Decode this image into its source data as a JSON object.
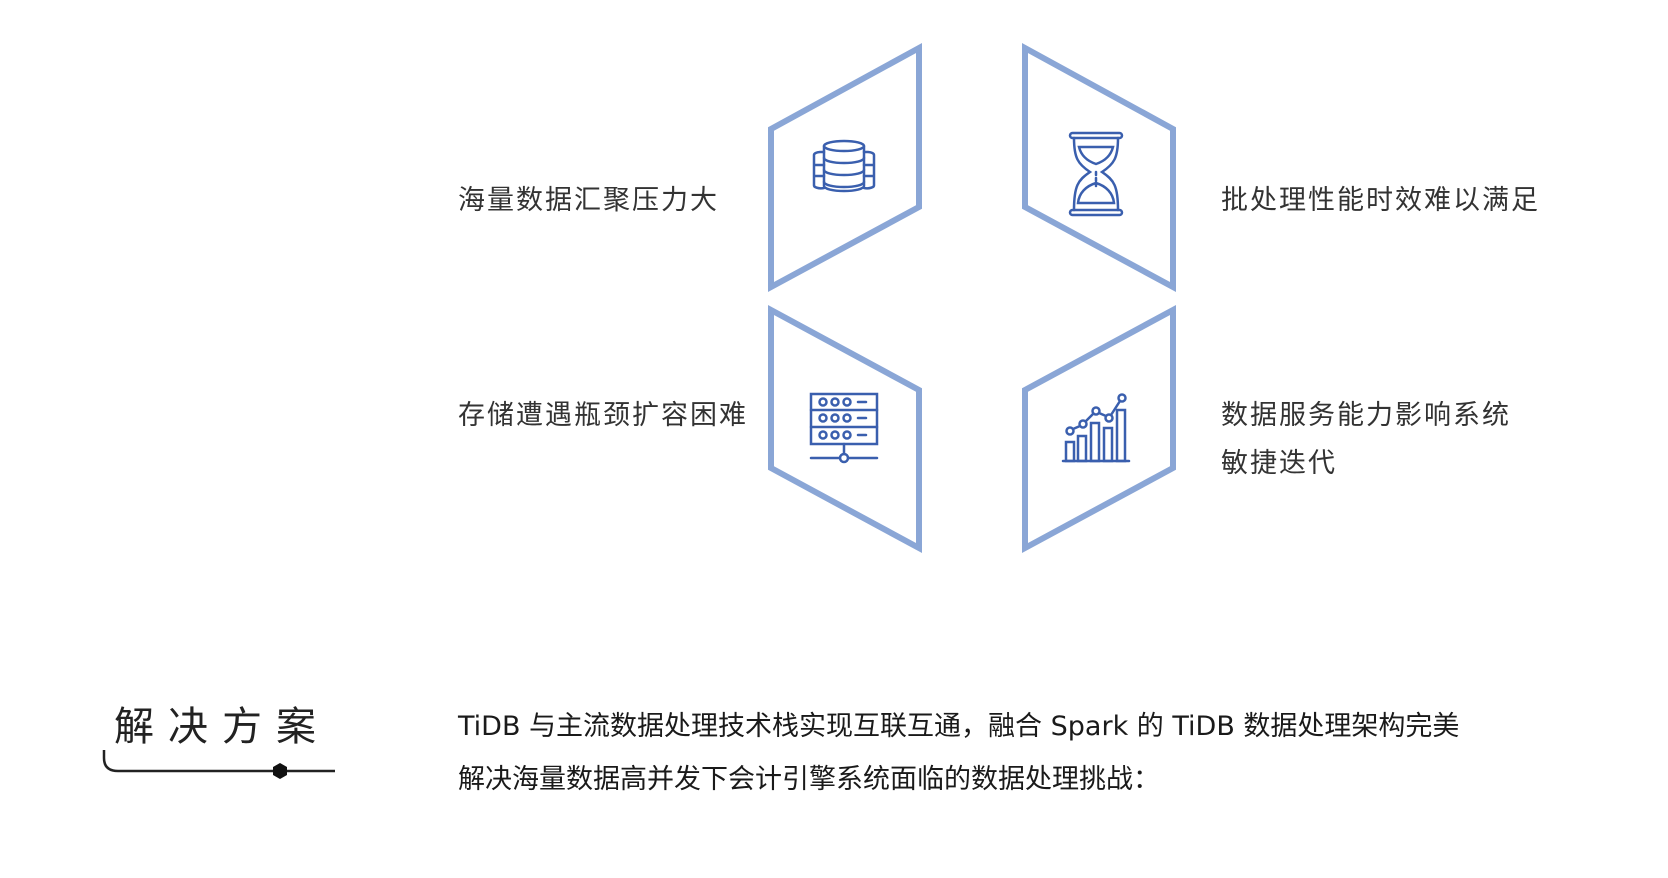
{
  "challenges": [
    {
      "text": "海量数据汇聚压力大",
      "icon": "database-icon"
    },
    {
      "text": "批处理性能时效难以满足",
      "icon": "hourglass-icon"
    },
    {
      "text": "存储遭遇瓶颈扩容困难",
      "icon": "server-rack-icon"
    },
    {
      "text_line1": "数据服务能力影响系统",
      "text_line2": "敏捷迭代",
      "icon": "bar-chart-icon"
    }
  ],
  "solution": {
    "title": "解决方案",
    "line1": "TiDB 与主流数据处理技术栈实现互联互通，融合 Spark 的 TiDB 数据处理架构完美",
    "line2": "解决海量数据高并发下会计引擎系统面临的数据处理挑战："
  },
  "colors": {
    "hex_outline": "#8aa6d6",
    "icon": "#3a5fae"
  }
}
